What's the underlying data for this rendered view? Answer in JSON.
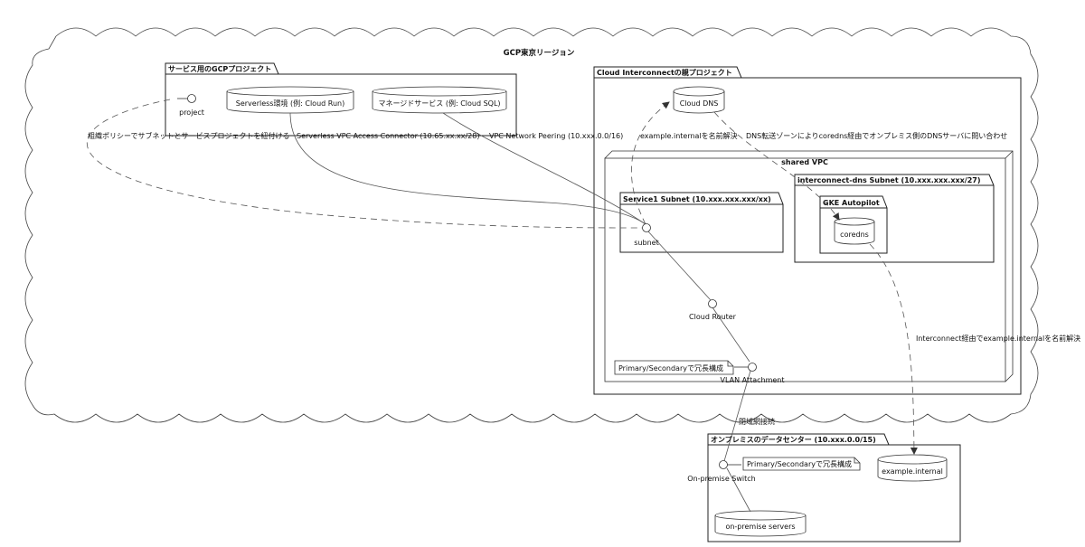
{
  "region": {
    "label": "GCP東京リージョン"
  },
  "service_project": {
    "title": "サービス用のGCPプロジェクト",
    "project_label": "project",
    "serverless_label": "Serverless環境 (例: Cloud Run)",
    "managed_label": "マネージドサービス (例: Cloud SQL)"
  },
  "interconnect_project": {
    "title": "Cloud Interconnectの親プロジェクト",
    "cloud_dns_label": "Cloud DNS",
    "shared_vpc": {
      "title": "shared VPC",
      "service1_subnet": {
        "title": "Service1 Subnet (10.xxx.xxx.xxx/xx)",
        "subnet_label": "subnet"
      },
      "dns_subnet": {
        "title": "interconnect-dns Subnet (10.xxx.xxx.xxx/27)",
        "gke_title": "GKE Autopilot",
        "coredns_label": "coredns"
      },
      "cloud_router_label": "Cloud Router",
      "vlan_label": "VLAN Attachment",
      "vlan_note": "Primary/Secondaryで冗長構成"
    }
  },
  "onprem": {
    "title": "オンプレミスのデータセンター (10.xxx.0.0/15)",
    "switch_label": "On-premise Switch",
    "switch_note": "Primary/Secondaryで冗長構成",
    "example_internal_label": "example.internal",
    "servers_label": "on-premise servers"
  },
  "edges": {
    "org_policy": "組織ポリシーでサブネットとサービスプロジェクトを紐付ける",
    "serverless_connector": "Serverless VPC Access Connector (10.65.xx.xx/28)",
    "vpc_peering": "VPC Network Peering (10.xxx.0.0/16)",
    "name_resolve": "example.internalを名前解決",
    "dns_forward": "DNS転送ゾーンによりcoredns経由でオンプレミス側のDNSサーバに問い合わせ",
    "interconnect_resolve": "Interconnect経由でexample.internalを名前解決",
    "closed_network": "閉域網接続"
  }
}
